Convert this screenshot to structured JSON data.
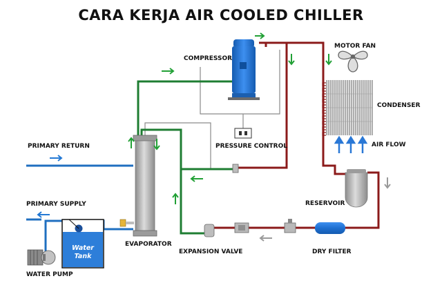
{
  "title": "CARA KERJA AIR COOLED CHILLER",
  "labels": {
    "compressor": "COMPRESSOR",
    "motor_fan": "MOTOR FAN",
    "condenser": "CONDENSER",
    "air_flow": "AIR FLOW",
    "pressure_control": "PRESSURE CONTROL",
    "primary_return": "PRIMARY RETURN",
    "primary_supply": "PRIMARY SUPPLY",
    "reservoir": "RESERVOIR",
    "evaporator": "EVAPORATOR",
    "expansion_valve": "EXPANSION VALVE",
    "dry_filter": "DRY FILTER",
    "water_pump": "WATER PUMP",
    "water_tank_line1": "Water",
    "water_tank_line2": "Tank"
  },
  "colors": {
    "hot_line": "#8b1a1a",
    "cold_line": "#1e7d32",
    "water_line": "#1f6fc0",
    "control_line": "#8a8a8a",
    "flow_arrow_green": "#21a035",
    "flow_arrow_blue": "#2278d4",
    "flow_arrow_grey": "#9a9a9a",
    "air_flow_arrow": "#2a78d6",
    "compressor_body": "#1e6fd0",
    "component_grey": "#b8b8b8"
  }
}
